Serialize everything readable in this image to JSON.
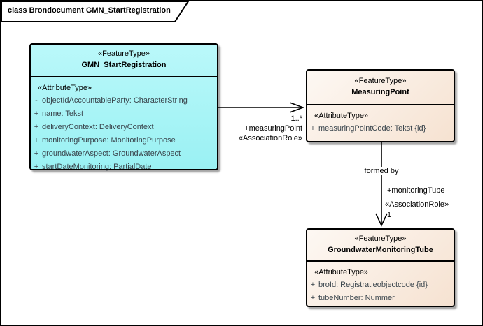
{
  "frame": {
    "title": "class Brondocument GMN_StartRegistration"
  },
  "classes": {
    "gmn_start_registration": {
      "stereotype": "«FeatureType»",
      "name": "GMN_StartRegistration",
      "attribute_header": "«AttributeType»",
      "attributes": [
        {
          "visibility": "-",
          "signature": "objectIdAccountableParty: CharacterString"
        },
        {
          "visibility": "+",
          "signature": "name: Tekst"
        },
        {
          "visibility": "+",
          "signature": "deliveryContext: DeliveryContext"
        },
        {
          "visibility": "+",
          "signature": "monitoringPurpose: MonitoringPurpose"
        },
        {
          "visibility": "+",
          "signature": "groundwaterAspect: GroundwaterAspect"
        },
        {
          "visibility": "+",
          "signature": "startDateMonitoring: PartialDate"
        }
      ]
    },
    "measuring_point": {
      "stereotype": "«FeatureType»",
      "name": "MeasuringPoint",
      "attribute_header": "«AttributeType»",
      "attributes": [
        {
          "visibility": "+",
          "signature": "measuringPointCode: Tekst {id}"
        }
      ]
    },
    "groundwater_monitoring_tube": {
      "stereotype": "«FeatureType»",
      "name": "GroundwaterMonitoringTube",
      "attribute_header": "«AttributeType»",
      "attributes": [
        {
          "visibility": "+",
          "signature": "broId: Registratieobjectcode {id}"
        },
        {
          "visibility": "+",
          "signature": "tubeNumber: Nummer"
        }
      ]
    }
  },
  "connectors": {
    "measuring_point_assoc": {
      "multiplicity": "1..*",
      "role": "+measuringPoint",
      "stereotype": "«AssociationRole»"
    },
    "monitoring_tube_assoc": {
      "name": "formed by",
      "role": "+monitoringTube",
      "stereotype": "«AssociationRole»",
      "multiplicity": "1"
    }
  },
  "colors": {
    "feature_type_cyan": "#a5f4f6",
    "feature_type_peach": "#f6e2d1",
    "box_border": "#000000",
    "attribute_text": "#39444c",
    "connector_line": "#000000"
  }
}
